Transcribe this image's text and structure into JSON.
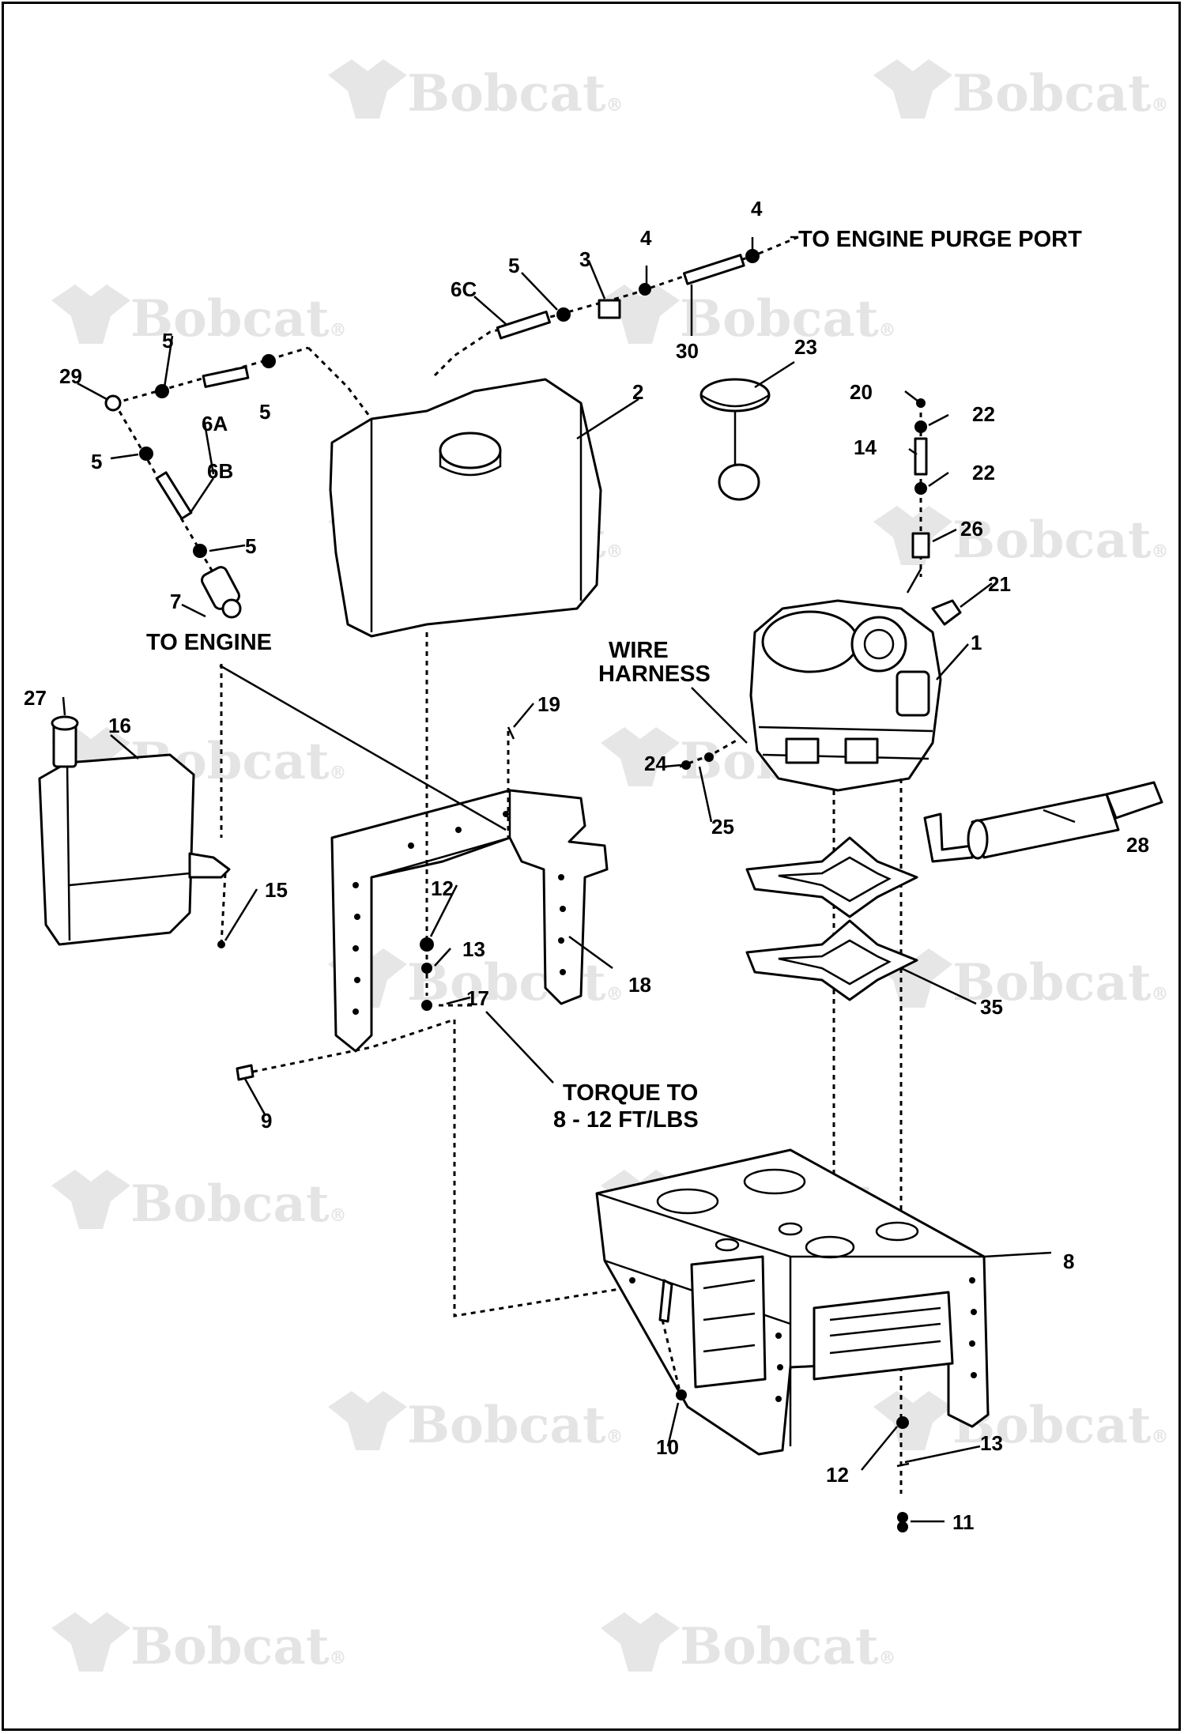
{
  "watermark": {
    "brand": "Bobcat",
    "registered_mark": "®"
  },
  "notes": {
    "engine_purge_port": "TO ENGINE PURGE PORT",
    "to_engine": "TO ENGINE",
    "wire_harness_1": "WIRE",
    "wire_harness_2": "HARNESS",
    "torque_1": "TORQUE TO",
    "torque_2": "8 - 12 FT/LBS"
  },
  "callouts": {
    "c1": "1",
    "c2": "2",
    "c3": "3",
    "c4a": "4",
    "c4b": "4",
    "c5a": "5",
    "c5b": "5",
    "c5c": "5",
    "c5d": "5",
    "c5e": "5",
    "c6a": "6A",
    "c6b": "6B",
    "c6c": "6C",
    "c7": "7",
    "c8": "8",
    "c9": "9",
    "c10": "10",
    "c11": "11",
    "c12a": "12",
    "c12b": "12",
    "c13a": "13",
    "c13b": "13",
    "c14": "14",
    "c15": "15",
    "c16": "16",
    "c17": "17",
    "c18": "18",
    "c19": "19",
    "c20": "20",
    "c21": "21",
    "c22a": "22",
    "c22b": "22",
    "c23": "23",
    "c24": "24",
    "c25": "25",
    "c26": "26",
    "c27": "27",
    "c28": "28",
    "c29": "29",
    "c30": "30",
    "c35": "35"
  }
}
